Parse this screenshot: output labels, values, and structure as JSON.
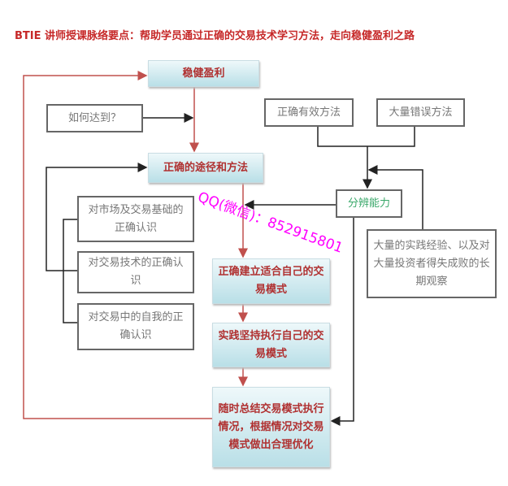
{
  "title": "BTIE 讲师授课脉络要点：帮助学员通过正确的交易技术学习方法，走向稳健盈利之路",
  "nodes": {
    "goal": "稳健盈利",
    "how": "如何达到？",
    "path": "正确的途径和方法",
    "correct_method": "正确有效方法",
    "wrong_method": "大量错误方法",
    "discern": "分辨能力",
    "experience": "大量的实践经验、以及对大量投资者得失成败的长期观察",
    "market": "对市场及交易基础的正确认识",
    "technique": "对交易技术的正确认识",
    "self": "对交易中的自我的正确认识",
    "build": "正确建立适合自己的交易模式",
    "practice": "实践坚持执行自己的交易模式",
    "review": "随时总结交易模式执行情况，根据情况对交易模式做出合理优化"
  },
  "watermark": "QQ(微信)：852915801",
  "colors": {
    "red_line": "#c0504d",
    "dark_line": "#333333",
    "watermark": "#ff00ff"
  }
}
